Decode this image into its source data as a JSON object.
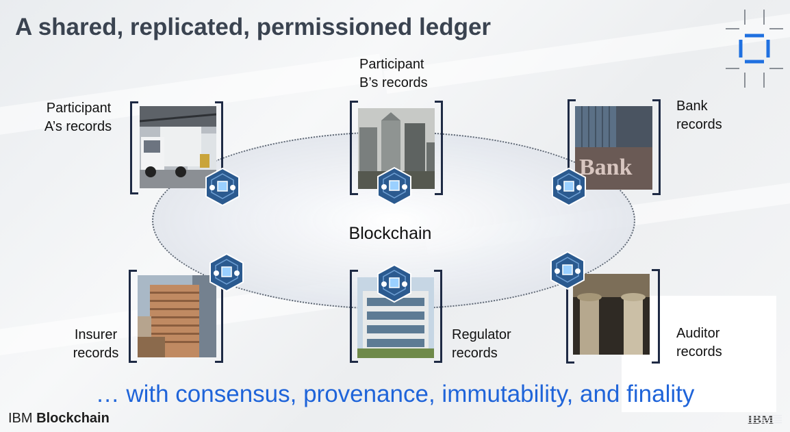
{
  "title": "A shared, replicated, permissioned ledger",
  "center_label": "Blockchain",
  "participants": {
    "participant_a": {
      "line1": "Participant",
      "line2": "A’s records",
      "photo": "truck-at-loading-dock"
    },
    "participant_b": {
      "line1": "Participant",
      "line2": "B’s records",
      "photo": "city-skyline"
    },
    "bank": {
      "line1": "Bank",
      "line2": "records",
      "photo": "bank-sign",
      "sign_text": "Bank"
    },
    "insurer": {
      "line1": "Insurer",
      "line2": "records",
      "photo": "office-tower"
    },
    "regulator": {
      "line1": "Regulator",
      "line2": "records",
      "photo": "glass-office-building"
    },
    "auditor": {
      "line1": "Auditor",
      "line2": "records",
      "photo": "classical-columns"
    }
  },
  "node_icon": "blockchain-node-hexagon-icon",
  "tagline": "… with consensus, provenance, immutability, and finality",
  "footer": {
    "brand_prefix": "IBM",
    "brand_name": "Blockchain",
    "logo": "IBM"
  },
  "colors": {
    "title": "#3a4350",
    "tagline": "#1f64d9",
    "bracket": "#1e2a44",
    "hex": "#2b5a8f",
    "logo_blue": "#1f70e0"
  }
}
